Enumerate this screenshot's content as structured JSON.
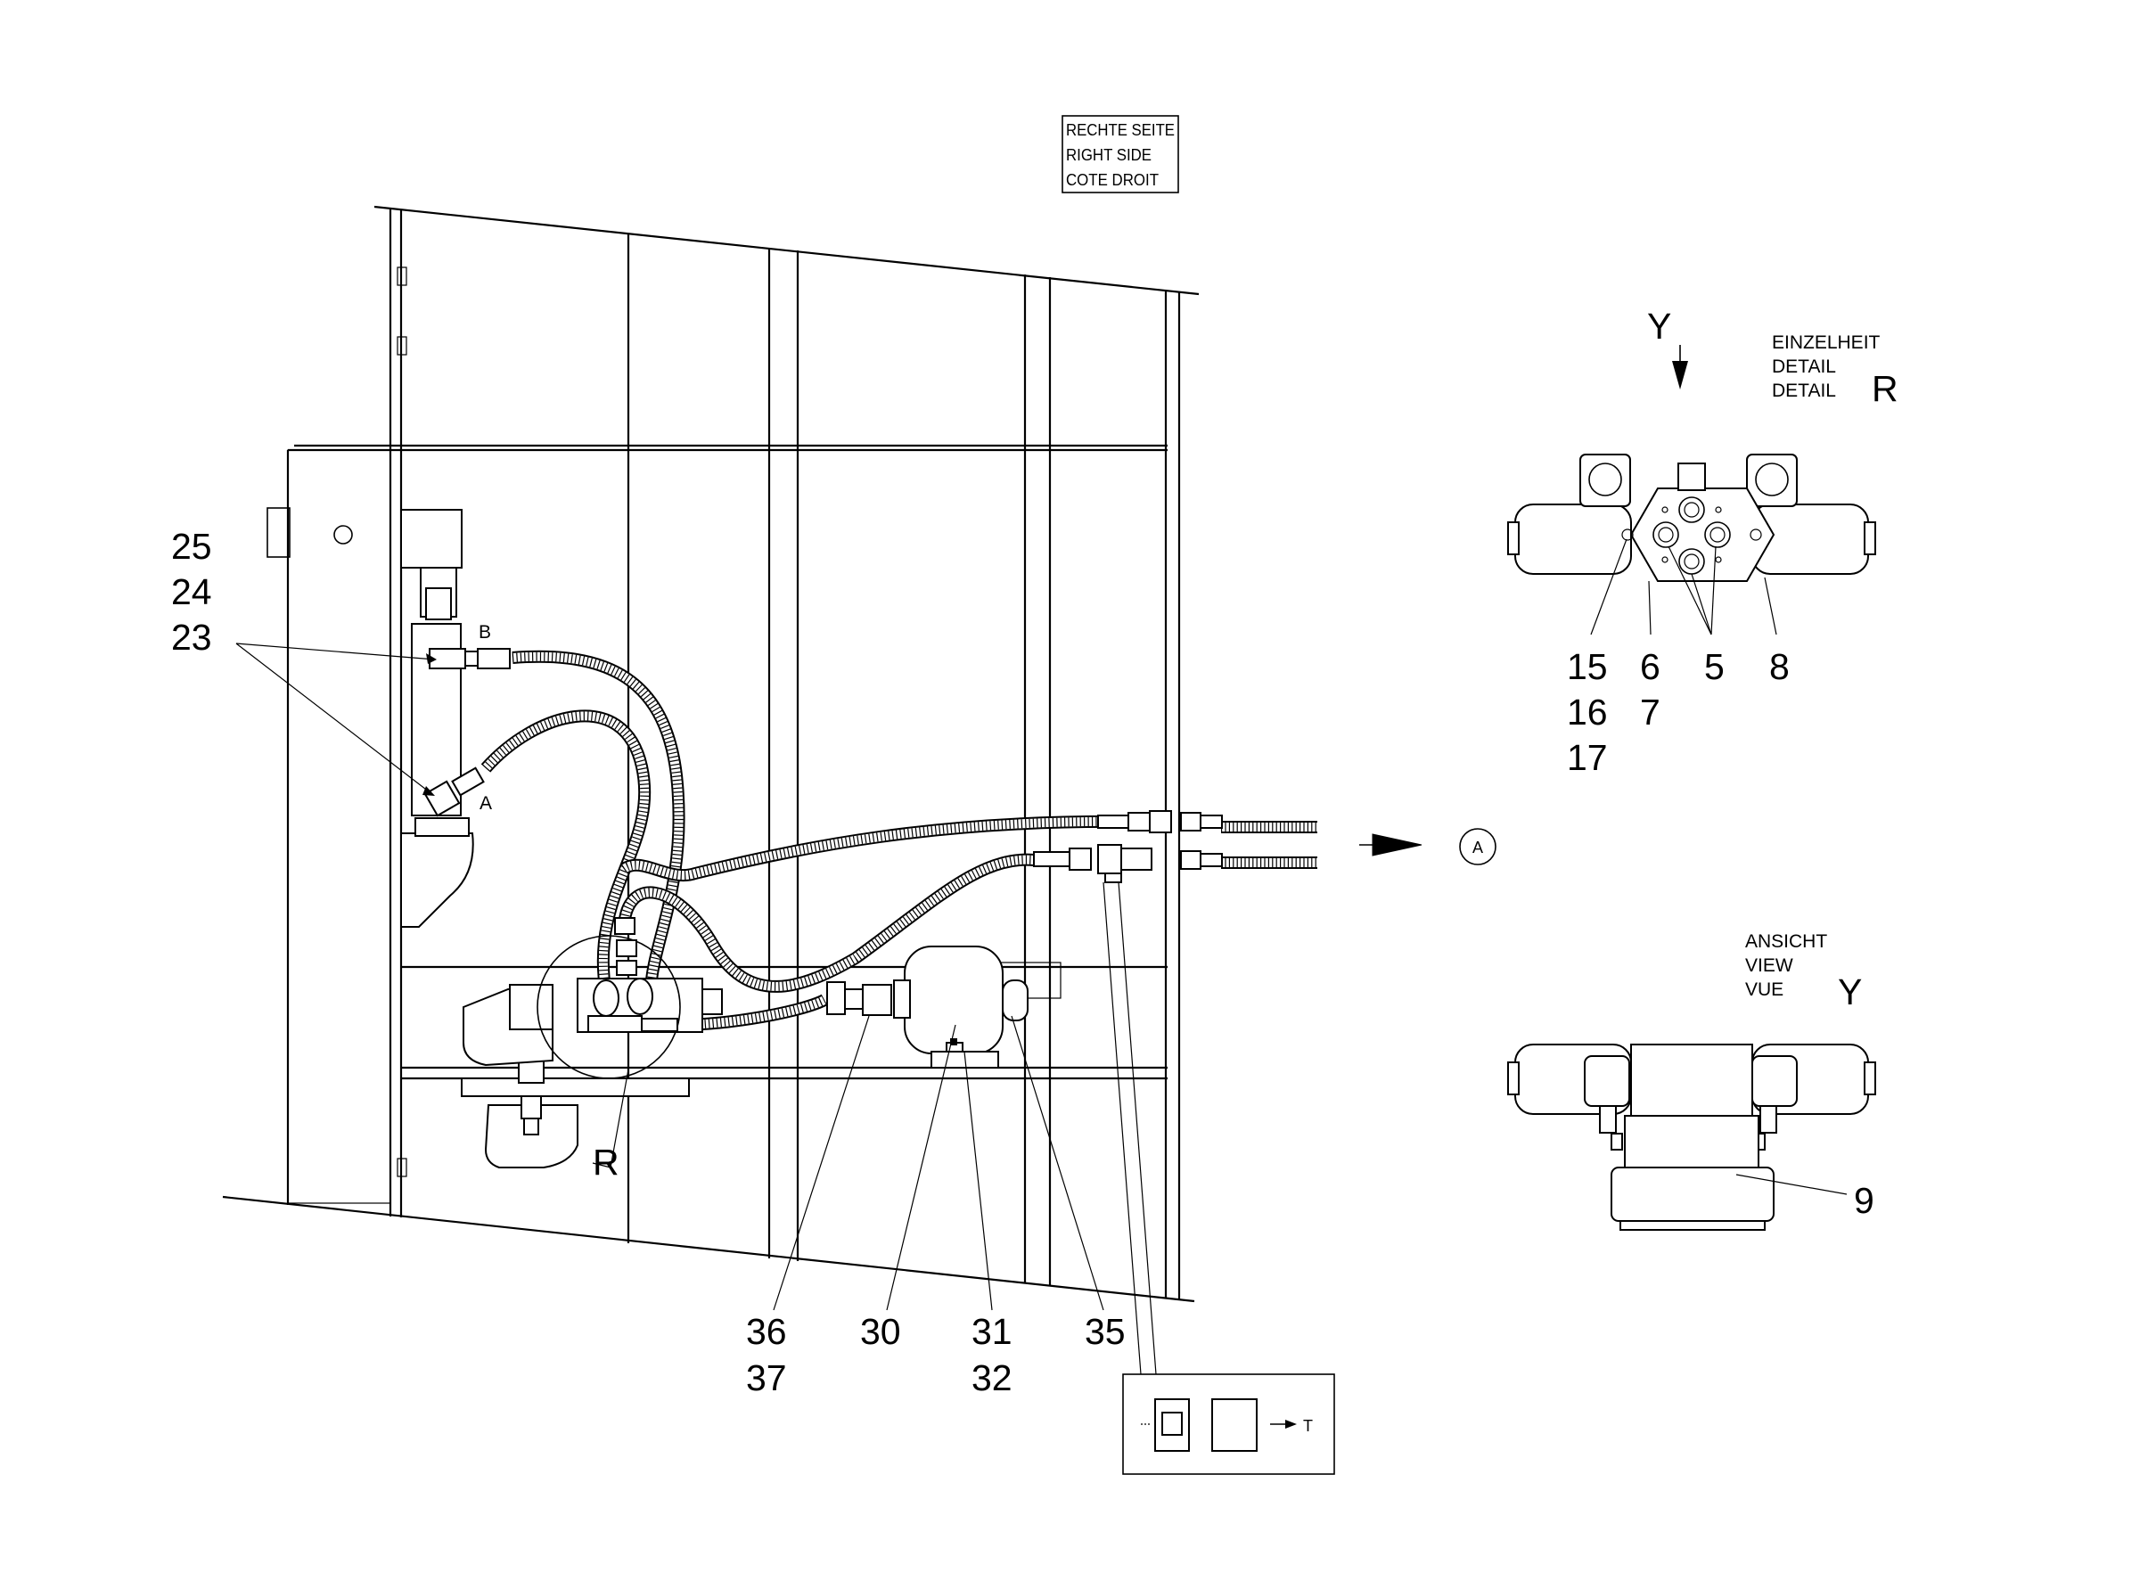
{
  "side_label": {
    "line1": "RECHTE SEITE",
    "line2": "RIGHT SIDE",
    "line3": "COTE DROIT"
  },
  "detail_r": {
    "header1": "EINZELHEIT",
    "header2": "DETAIL",
    "header3": "DETAIL",
    "letter": "R",
    "view_letter": "Y"
  },
  "view_y": {
    "header1": "ANSICHT",
    "header2": "VIEW",
    "header3": "VUE",
    "letter": "Y"
  },
  "port_labels": {
    "a": "A",
    "b": "B",
    "connector": "A",
    "tank": "T"
  },
  "callouts": {
    "n25": "25",
    "n24": "24",
    "n23": "23",
    "n15": "15",
    "n16": "16",
    "n17": "17",
    "n6": "6",
    "n7": "7",
    "n5": "5",
    "n8": "8",
    "n9": "9",
    "n36": "36",
    "n37": "37",
    "n30": "30",
    "n31": "31",
    "n32": "32",
    "n35": "35",
    "r_main": "R"
  }
}
